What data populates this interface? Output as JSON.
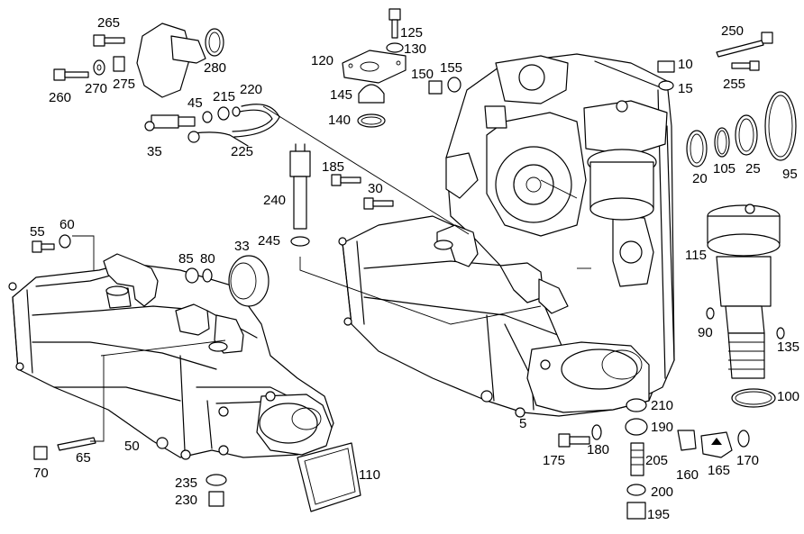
{
  "callouts": [
    {
      "id": "265",
      "text": "265"
    },
    {
      "id": "260",
      "text": "260"
    },
    {
      "id": "270",
      "text": "270"
    },
    {
      "id": "275",
      "text": "275"
    },
    {
      "id": "280",
      "text": "280"
    },
    {
      "id": "125",
      "text": "125"
    },
    {
      "id": "130",
      "text": "130"
    },
    {
      "id": "120",
      "text": "120"
    },
    {
      "id": "150",
      "text": "150"
    },
    {
      "id": "155",
      "text": "155"
    },
    {
      "id": "145",
      "text": "145"
    },
    {
      "id": "140",
      "text": "140"
    },
    {
      "id": "10",
      "text": "10"
    },
    {
      "id": "15",
      "text": "15"
    },
    {
      "id": "250",
      "text": "250"
    },
    {
      "id": "255",
      "text": "255"
    },
    {
      "id": "45",
      "text": "45"
    },
    {
      "id": "215",
      "text": "215"
    },
    {
      "id": "220",
      "text": "220"
    },
    {
      "id": "35",
      "text": "35"
    },
    {
      "id": "225",
      "text": "225"
    },
    {
      "id": "185",
      "text": "185"
    },
    {
      "id": "30",
      "text": "30"
    },
    {
      "id": "240",
      "text": "240"
    },
    {
      "id": "245",
      "text": "245"
    },
    {
      "id": "20",
      "text": "20"
    },
    {
      "id": "105",
      "text": "105"
    },
    {
      "id": "25",
      "text": "25"
    },
    {
      "id": "95",
      "text": "95"
    },
    {
      "id": "55",
      "text": "55"
    },
    {
      "id": "60",
      "text": "60"
    },
    {
      "id": "85",
      "text": "85"
    },
    {
      "id": "80",
      "text": "80"
    },
    {
      "id": "33",
      "text": "33"
    },
    {
      "id": "115",
      "text": "115"
    },
    {
      "id": "90",
      "text": "90"
    },
    {
      "id": "135",
      "text": "135"
    },
    {
      "id": "100",
      "text": "100"
    },
    {
      "id": "210",
      "text": "210"
    },
    {
      "id": "190",
      "text": "190"
    },
    {
      "id": "5",
      "text": "5"
    },
    {
      "id": "175",
      "text": "175"
    },
    {
      "id": "180",
      "text": "180"
    },
    {
      "id": "205",
      "text": "205"
    },
    {
      "id": "160",
      "text": "160"
    },
    {
      "id": "165",
      "text": "165"
    },
    {
      "id": "170",
      "text": "170"
    },
    {
      "id": "200",
      "text": "200"
    },
    {
      "id": "195",
      "text": "195"
    },
    {
      "id": "50",
      "text": "50"
    },
    {
      "id": "70",
      "text": "70"
    },
    {
      "id": "65",
      "text": "65"
    },
    {
      "id": "235",
      "text": "235"
    },
    {
      "id": "230",
      "text": "230"
    },
    {
      "id": "110",
      "text": "110"
    }
  ]
}
